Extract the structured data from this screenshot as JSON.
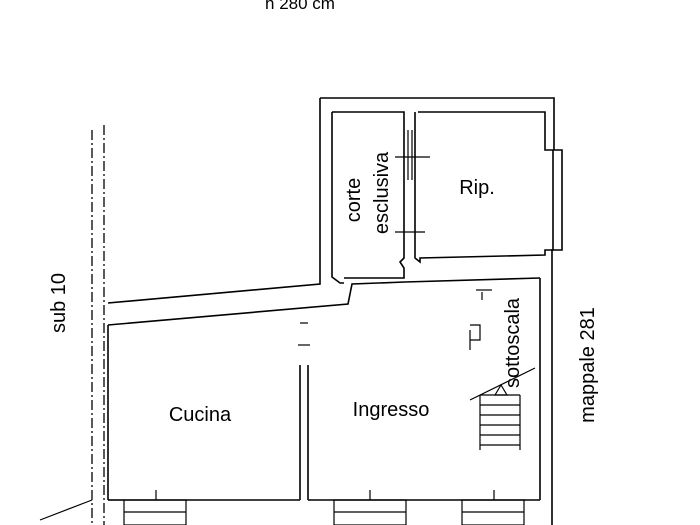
{
  "plan": {
    "height_note": "h 280 cm",
    "neighbors": {
      "left": "sub 10",
      "right": "mappale 281"
    },
    "rooms": {
      "kitchen": "Cucina",
      "entrance": "Ingresso",
      "storage": "Rip.",
      "courtyard_line1": "corte",
      "courtyard_line2": "esclusiva",
      "under_stairs": "sottoscala"
    }
  }
}
